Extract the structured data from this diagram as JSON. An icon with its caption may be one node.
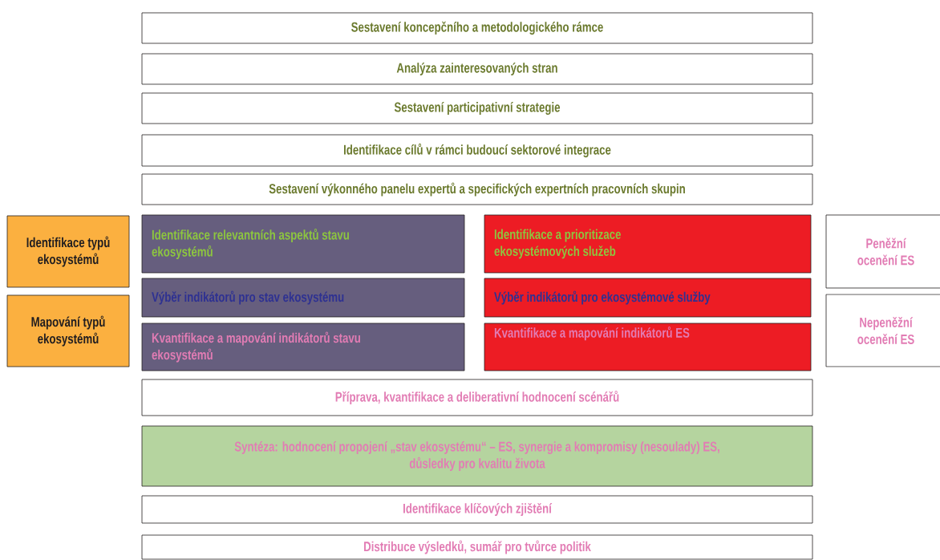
{
  "diagram": {
    "nodes": [
      {
        "text": [
          "Sestavení koncepčního a metodologického rámce"
        ]
      },
      {
        "text": [
          "Analýza zainteresovaných stran"
        ]
      },
      {
        "text": [
          "Sestavení participativní strategie"
        ]
      },
      {
        "text": [
          "Identifikace cílů v rámci budoucí sektorové integrace"
        ]
      },
      {
        "text": [
          "Sestavení výkonného panelu expertů a specifických expertních pracovních skupin"
        ]
      },
      {
        "text": [
          "Identifikace typů ekosystémů"
        ]
      },
      {
        "text": [
          "Mapování typů ekosystémů"
        ]
      },
      {
        "text": [
          "Identifikace relevantních aspektů stavu ekosystémů"
        ]
      },
      {
        "text": [
          "Výběr indikátorů pro stav ekosystému"
        ]
      },
      {
        "text": [
          "Kvantifikace a mapování indikátorů stavu ekosystémů"
        ]
      },
      {
        "text": [
          "Identifikace a prioritizace ekosystémových služeb"
        ]
      },
      {
        "text": [
          "Výběr indikátorů pro ekosystémové služby"
        ]
      },
      {
        "text": [
          "Kvantifikace a mapování indikátorů ES"
        ]
      },
      {
        "text": [
          "Peněžní ocenění ES"
        ]
      },
      {
        "text": [
          "Nepeněžní ocenění ES"
        ]
      },
      {
        "text": [
          "Příprava, kvantifikace a deliberativní hodnocení scénářů"
        ]
      },
      {
        "text": [
          "Syntéza: hodnocení propojení „stav ekosystému“ – ES, synergie a kompromisy (nesoulady) ES, důsledky pro kvalitu života"
        ]
      },
      {
        "text": [
          "Identifikace klíčových zjištění"
        ]
      },
      {
        "text": [
          "Distribuce výsledků, sumář pro tvůrce politik"
        ]
      }
    ]
  }
}
